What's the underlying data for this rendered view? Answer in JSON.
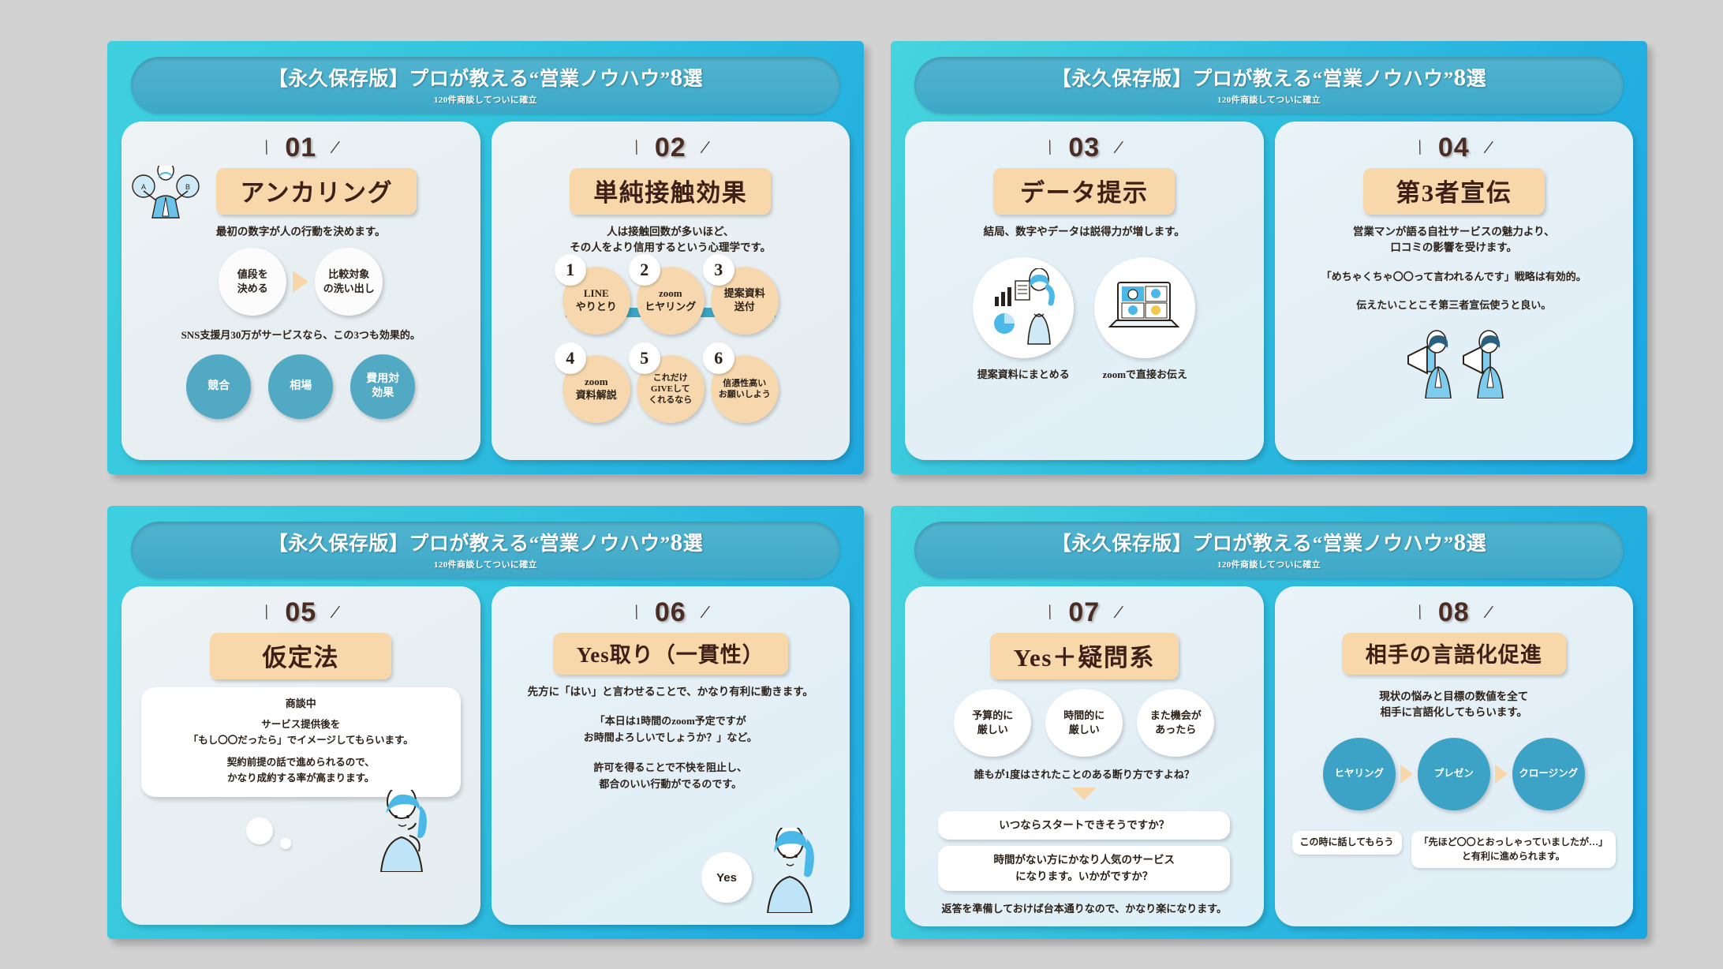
{
  "header": {
    "title_pre": "【永久保存版】プロが教える“営業ノウハウ”",
    "title_num": "8",
    "title_post": "選",
    "subtitle": "120件商談してついに確立"
  },
  "slides": [
    {
      "cards": [
        {
          "number": "01",
          "title": "アンカリング",
          "lead": "最初の数字が人の行動を決めます。",
          "chips": [
            "値段を\n決める",
            "比較対象\nの洗い出し"
          ],
          "mid_text": "SNS支援月30万がサービスなら、この3つも効果的。",
          "blue_circles": [
            "競合",
            "相場",
            "費用対\n効果"
          ],
          "icon": "balance-person-icon",
          "icon_labels": [
            "A",
            "B"
          ]
        },
        {
          "number": "02",
          "title": "単純接触効果",
          "lead": "人は接触回数が多いほど、\nその人をより信用するという心理学です。",
          "steps_top": [
            {
              "n": "1",
              "label": "LINE\nやりとり"
            },
            {
              "n": "2",
              "label": "zoom\nヒヤリング"
            },
            {
              "n": "3",
              "label": "提案資料\n送付"
            }
          ],
          "steps_bottom": [
            {
              "n": "4",
              "label": "zoom\n資料解説"
            },
            {
              "n": "5",
              "label": "これだけ\nGIVEして\nくれるなら"
            },
            {
              "n": "6",
              "label": "信憑性高い\nお願いしよう"
            }
          ]
        }
      ]
    },
    {
      "cards": [
        {
          "number": "03",
          "title": "データ提示",
          "lead": "結局、数字やデータは説得力が増します。",
          "illustrations": [
            {
              "icon": "analyst-person-icon",
              "caption": "提案資料にまとめる"
            },
            {
              "icon": "video-call-icon",
              "caption": "zoomで直接お伝え"
            }
          ]
        },
        {
          "number": "04",
          "title": "第3者宣伝",
          "lead": "営業マンが語る自社サービスの魅力より、\n口コミの影響を受けます。",
          "line2": "「めちゃくちゃ〇〇って言われるんです」戦略は有効的。",
          "line3": "伝えたいことこそ第三者宣伝使うと良い。",
          "icon": "megaphone-people-icon"
        }
      ]
    },
    {
      "cards": [
        {
          "number": "05",
          "title": "仮定法",
          "card_title": "商談中",
          "card_lines": [
            "サービス提供後を\n「もし〇〇だったら」でイメージしてもらいます。",
            "契約前提の話で進められるので、\nかなり成約する率が高まります。"
          ],
          "icon": "thinking-woman-icon"
        },
        {
          "number": "06",
          "title": "Yes取り（一貫性）",
          "lead": "先方に「はい」と言わせることで、かなり有利に動きます。",
          "quote1": "「本日は1時間のzoom予定ですが\nお時間よろしいでしょうか？」など。",
          "quote2": "許可を得ることで不快を阻止し、\n都合のいい行動がでるのです。",
          "bubble": "Yes",
          "icon": "woman-icon"
        }
      ]
    },
    {
      "cards": [
        {
          "number": "07",
          "title": "Yes＋疑問系",
          "ovals": [
            "予算的に\n厳しい",
            "時間的に\n厳しい",
            "また機会が\nあったら"
          ],
          "mid_text": "誰もが1度はされたことのある断り方ですよね？",
          "answers": [
            "いつならスタートできそうですか？",
            "時間がない方にかなり人気のサービス\nになります。いかがですか？"
          ],
          "footer": "返答を準備しておけば台本通りなので、かなり楽になります。"
        },
        {
          "number": "08",
          "title": "相手の言語化促進",
          "lead": "現状の悩みと目標の数値を全て\n相手に言語化してもらいます。",
          "flow": [
            "ヒヤリング",
            "プレゼン",
            "クロージング"
          ],
          "tag_left": "この時に話してもらう",
          "tag_right": "「先ほど〇〇とおっしゃっていましたが…」\nと有利に進められます。"
        }
      ]
    }
  ],
  "colors": {
    "bg": "#d2d2d2",
    "slide_cyan": "#3fd0e0",
    "slide_blue": "#1fa8e0",
    "header_pill": "#47aeca",
    "card_bg": "#e8eff3",
    "banner_peach": "#f8d8ab",
    "circle_blue": "#52a9c4",
    "text_dark": "#2b2118"
  }
}
